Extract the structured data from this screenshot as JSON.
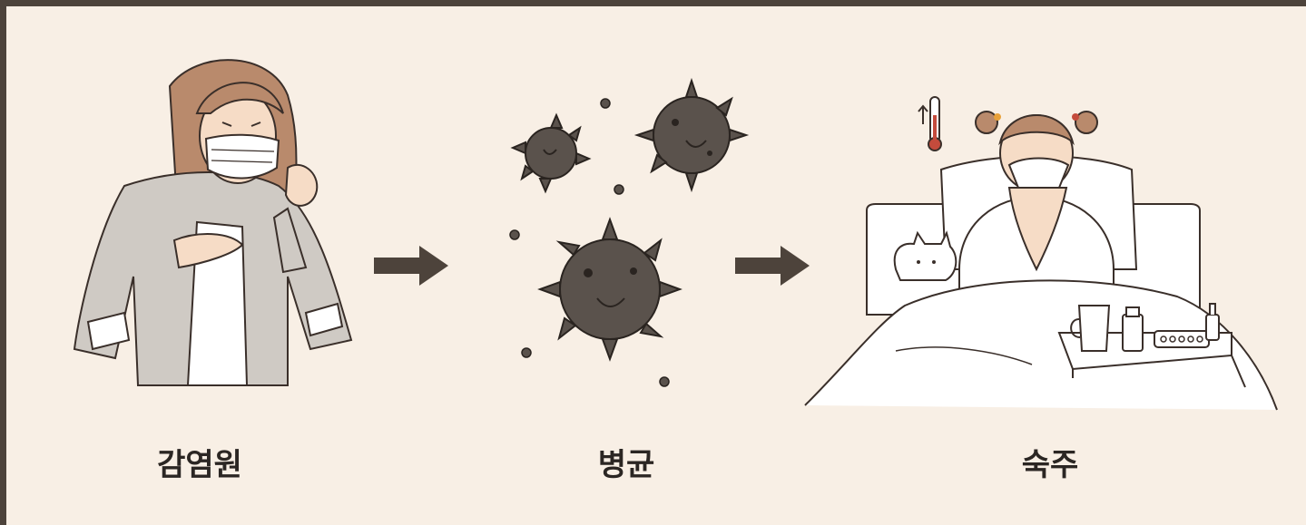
{
  "diagram": {
    "steps": [
      {
        "id": "source",
        "label": "감염원"
      },
      {
        "id": "pathogen",
        "label": "병균"
      },
      {
        "id": "host",
        "label": "숙주"
      }
    ],
    "colors": {
      "frame": "#4d433b",
      "background": "#f8efe5",
      "arrow": "#4d433b",
      "text": "#2b2623",
      "virus": "#5a524c"
    },
    "icons": [
      "masked-person-coughing-icon",
      "virus-icon",
      "sick-child-in-bed-icon",
      "arrow-right-icon",
      "thermometer-icon"
    ]
  }
}
